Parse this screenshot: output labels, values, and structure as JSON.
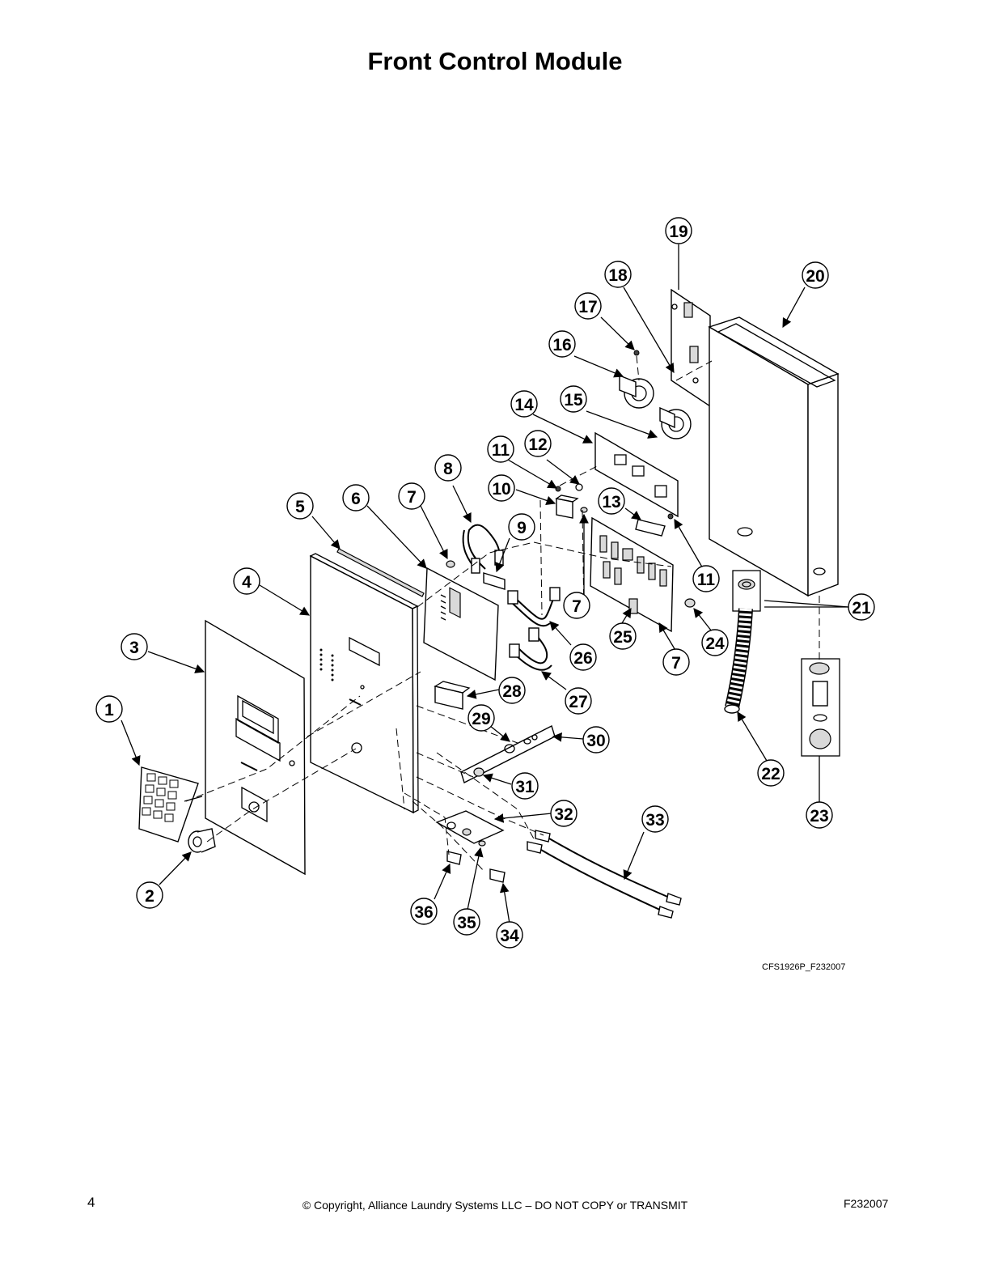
{
  "title": "Front Control Module",
  "figure_code": "CFS1926P_F232007",
  "footer": {
    "page_number": "4",
    "copyright": "© Copyright, Alliance Laundry Systems LLC – DO NOT COPY or TRANSMIT",
    "document_code": "F232007"
  },
  "callouts": [
    "1",
    "2",
    "3",
    "4",
    "5",
    "6",
    "7",
    "8",
    "9",
    "10",
    "11",
    "12",
    "13",
    "14",
    "15",
    "16",
    "17",
    "18",
    "19",
    "20",
    "21",
    "22",
    "23",
    "24",
    "25",
    "26",
    "27",
    "28",
    "29",
    "30",
    "31",
    "32",
    "33",
    "34",
    "35",
    "36",
    "7",
    "7",
    "7",
    "11"
  ]
}
